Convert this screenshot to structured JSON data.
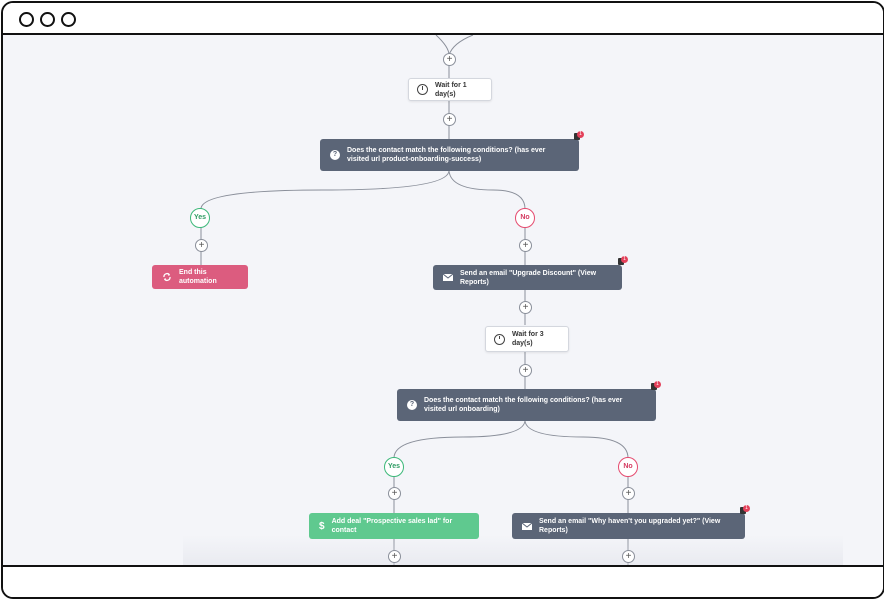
{
  "window": {
    "controls": [
      "close",
      "minimize",
      "maximize"
    ]
  },
  "automation": {
    "wait_1": "Wait for 1 day(s)",
    "condition_1": "Does the contact match the following conditions? (has ever visited url product-onboarding-success)",
    "yes_label": "Yes",
    "no_label": "No",
    "end_automation": "End this automation",
    "email_1": "Send an email \"Upgrade Discount\" (View Reports)",
    "wait_3": "Wait for 3 day(s)",
    "condition_2": "Does the contact match the following conditions? (has ever visited url onboarding)",
    "add_deal": "Add deal \"Prospective sales lad\" for contact",
    "email_2": "Send an email \"Why haven't you upgraded yet?\" (View Reports)",
    "plus_symbol": "+",
    "badge_count": "1"
  },
  "colors": {
    "canvas": "#f4f5f9",
    "condition_node": "#5b6577",
    "end_node": "#dc5c7f",
    "deal_node": "#5fc98f",
    "yes": "#3cb879",
    "no": "#e54b6f",
    "connector": "#8a8f9a"
  },
  "icons": {
    "wait": "clock-icon",
    "condition": "question-icon",
    "end": "refresh-icon",
    "email": "envelope-icon",
    "deal": "dollar-icon",
    "badge": "notification-badge-icon"
  }
}
